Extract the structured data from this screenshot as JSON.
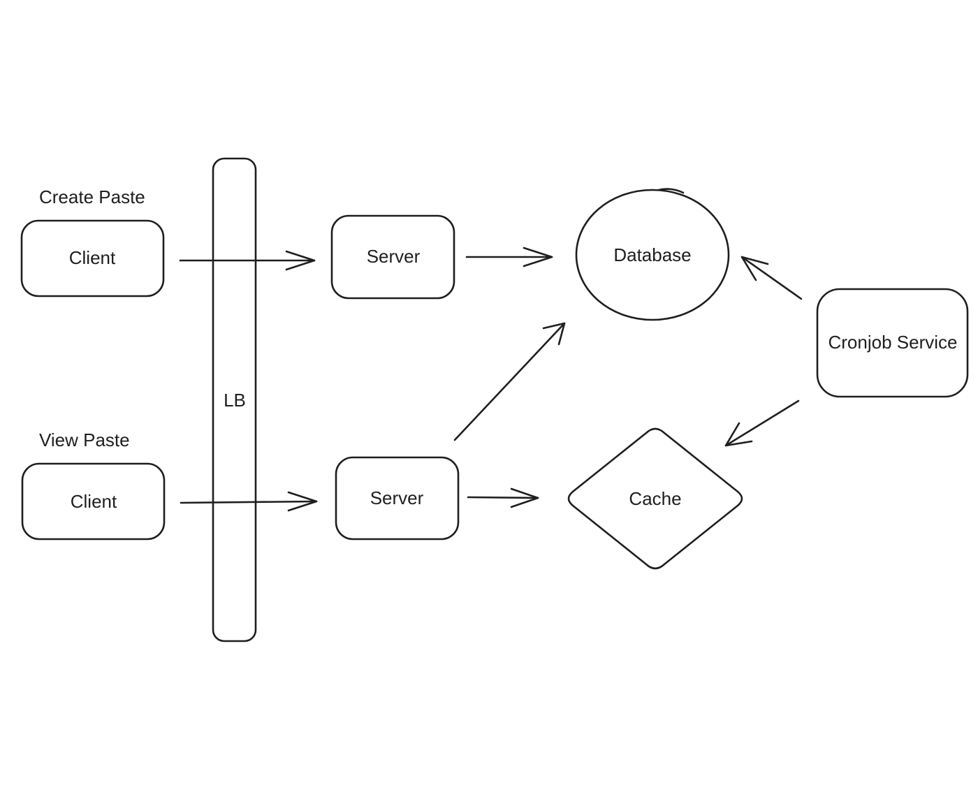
{
  "diagram": {
    "labels": {
      "create_paste": "Create Paste",
      "view_paste": "View Paste"
    },
    "nodes": {
      "client_create": "Client",
      "client_view": "Client",
      "load_balancer": "LB",
      "server_top": "Server",
      "server_bottom": "Server",
      "database": "Database",
      "cache": "Cache",
      "cronjob": "Cronjob Service"
    },
    "edges": [
      {
        "from": "client_create",
        "to": "server_top",
        "via": "load_balancer"
      },
      {
        "from": "client_view",
        "to": "server_bottom",
        "via": "load_balancer"
      },
      {
        "from": "server_top",
        "to": "database"
      },
      {
        "from": "server_bottom",
        "to": "database"
      },
      {
        "from": "server_bottom",
        "to": "cache"
      },
      {
        "from": "cronjob",
        "to": "database"
      },
      {
        "from": "cronjob",
        "to": "cache"
      }
    ]
  }
}
